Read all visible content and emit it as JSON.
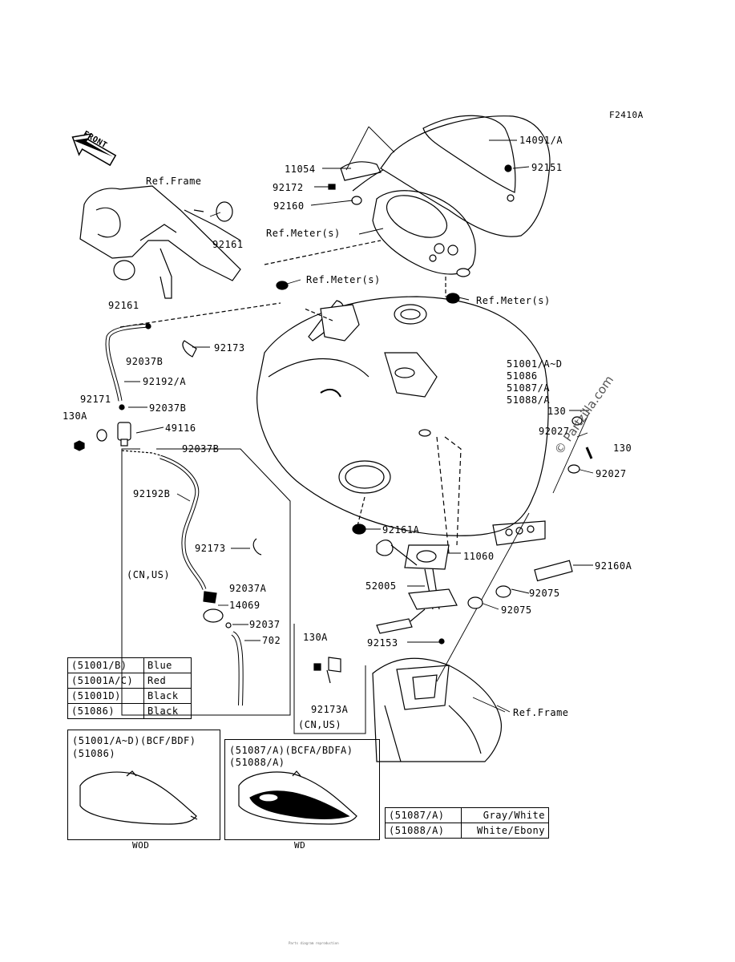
{
  "figure_code": "F2410A",
  "front_marker": "FRONT",
  "watermark": "© Partzilla.com",
  "labels": {
    "ref_frame_top": "Ref.Frame",
    "p92161_a": "92161",
    "p92161_b": "92161",
    "p11054": "11054",
    "p92172": "92172",
    "p92160": "92160",
    "ref_meter_1": "Ref.Meter(s)",
    "ref_meter_2": "Ref.Meter(s)",
    "ref_meter_3": "Ref.Meter(s)",
    "p14091": "14091/A",
    "p92151": "92151",
    "p92037b_1": "92037B",
    "p92173_1": "92173",
    "p92192a": "92192/A",
    "p92171": "92171",
    "p130a_1": "130A",
    "p92037b_2": "92037B",
    "p49116": "49116",
    "p92037b_3": "92037B",
    "p92192b": "92192B",
    "p92173_2": "92173",
    "cn_us_1": "(CN,US)",
    "p92037a": "92037A",
    "p14069": "14069",
    "p92037": "92037",
    "p702": "702",
    "tank_parts_1": "51001/A~D",
    "tank_parts_2": "51086",
    "tank_parts_3": "51087/A",
    "tank_parts_4": "51088/A",
    "p130_1": "130",
    "p92027_1": "92027",
    "p130_2": "130",
    "p92027_2": "92027",
    "p92161a": "92161A",
    "p11060": "11060",
    "p52005": "52005",
    "p92160a": "92160A",
    "p92075_1": "92075",
    "p92075_2": "92075",
    "p92153": "92153",
    "p130a_2": "130A",
    "p92173a": "92173A",
    "cn_us_2": "(CN,US)",
    "ref_frame_bottom": "Ref.Frame"
  },
  "color_table_1": [
    [
      "(51001/B)",
      "Blue"
    ],
    [
      "(51001A/C)",
      "Red"
    ],
    [
      "(51001D)",
      "Black"
    ],
    [
      "(51086)",
      "Black"
    ]
  ],
  "color_table_2": [
    [
      "(51087/A)",
      "Gray/White"
    ],
    [
      "(51088/A)",
      "White/Ebony"
    ]
  ],
  "variant_wod": {
    "line1": "(51001/A~D)(BCF/BDF)",
    "line2": "(51086)",
    "caption": "WOD"
  },
  "variant_wd": {
    "line1": "(51087/A)(BCFA/BDFA)",
    "line2": "(51088/A)",
    "caption": "WD"
  },
  "footer": "Parts diagram reproduction"
}
